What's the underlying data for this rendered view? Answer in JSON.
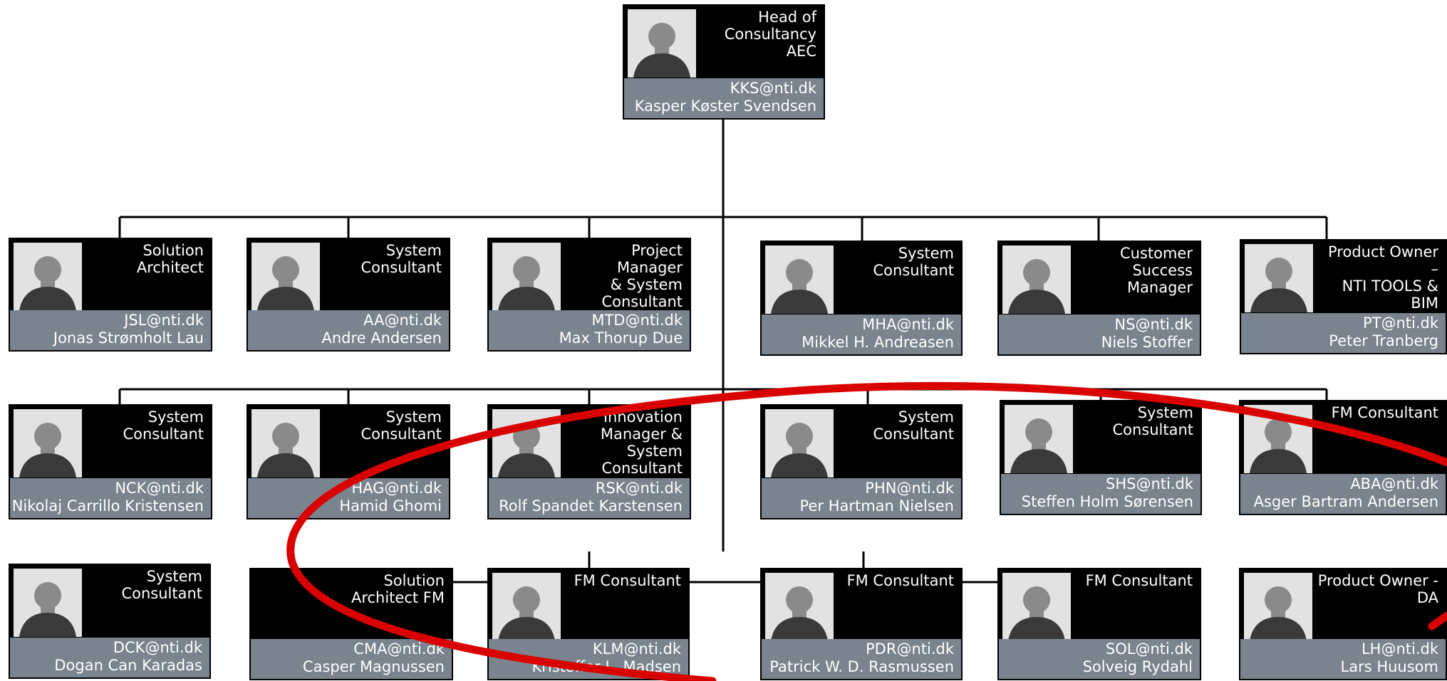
{
  "colors": {
    "card_bg": "#000000",
    "info_bg": "#79848e",
    "text": "#ffffff",
    "connector": "#000000",
    "annotation_ellipse": "#d40000"
  },
  "nodes": [
    {
      "id": "kks",
      "role": "Head of\nConsultancy\nAEC",
      "email": "KKS@nti.dk",
      "name": "Kasper Køster Svendsen",
      "photo": "portrait-icon"
    },
    {
      "id": "jsl",
      "role": "Solution\nArchitect",
      "email": "JSL@nti.dk",
      "name": "Jonas Strømholt Lau",
      "photo": "portrait-icon"
    },
    {
      "id": "aa",
      "role": "System\nConsultant",
      "email": "AA@nti.dk",
      "name": "Andre Andersen",
      "photo": "portrait-icon"
    },
    {
      "id": "mtd",
      "role": "Project Manager\n& System\nConsultant",
      "email": "MTD@nti.dk",
      "name": "Max Thorup Due",
      "photo": "portrait-icon"
    },
    {
      "id": "mha",
      "role": "System\nConsultant",
      "email": "MHA@nti.dk",
      "name": "Mikkel H. Andreasen",
      "photo": "portrait-icon"
    },
    {
      "id": "ns",
      "role": "Customer\nSuccess Manager",
      "email": "NS@nti.dk",
      "name": "Niels Stoffer",
      "photo": "portrait-icon"
    },
    {
      "id": "pt",
      "role": "Product Owner –\nNTI TOOLS & BIM\nStrateg",
      "email": "PT@nti.dk",
      "name": "Peter Tranberg",
      "photo": "portrait-icon"
    },
    {
      "id": "nck",
      "role": "System\nConsultant",
      "email": "NCK@nti.dk",
      "name": "Nikolaj Carrillo Kristensen",
      "photo": "portrait-icon"
    },
    {
      "id": "hag",
      "role": "System\nConsultant",
      "email": "HAG@nti.dk",
      "name": "Hamid Ghomi",
      "photo": "portrait-icon"
    },
    {
      "id": "rsk",
      "role": "Innovation\nManager &\nSystem\nConsultant",
      "email": "RSK@nti.dk",
      "name": "Rolf Spandet Karstensen",
      "photo": "portrait-icon"
    },
    {
      "id": "phn",
      "role": "System\nConsultant",
      "email": "PHN@nti.dk",
      "name": "Per Hartman Nielsen",
      "photo": "portrait-icon"
    },
    {
      "id": "shs",
      "role": "System\nConsultant",
      "email": "SHS@nti.dk",
      "name": "Steffen Holm Sørensen",
      "photo": "portrait-icon"
    },
    {
      "id": "aba",
      "role": "FM Consultant",
      "email": "ABA@nti.dk",
      "name": "Asger Bartram Andersen",
      "photo": "portrait-icon"
    },
    {
      "id": "dck",
      "role": "System\nConsultant",
      "email": "DCK@nti.dk",
      "name": "Dogan Can Karadas",
      "photo": "portrait-icon"
    },
    {
      "id": "cma",
      "role": "Solution\nArchitect FM",
      "email": "CMA@nti.dk",
      "name": "Casper Magnussen",
      "photo": ""
    },
    {
      "id": "klm",
      "role": "FM Consultant",
      "email": "KLM@nti.dk",
      "name": "Kristoffer L. Madsen",
      "photo": "portrait-icon"
    },
    {
      "id": "pdr",
      "role": "FM Consultant",
      "email": "PDR@nti.dk",
      "name": "Patrick W. D. Rasmussen",
      "photo": "portrait-icon"
    },
    {
      "id": "sol",
      "role": "FM Consultant",
      "email": "SOL@nti.dk",
      "name": "Solveig Rydahl",
      "photo": "portrait-icon"
    },
    {
      "id": "lh",
      "role": "Product Owner -\nDA",
      "email": "LH@nti.dk",
      "name": "Lars Huusom",
      "photo": "portrait-icon"
    }
  ]
}
